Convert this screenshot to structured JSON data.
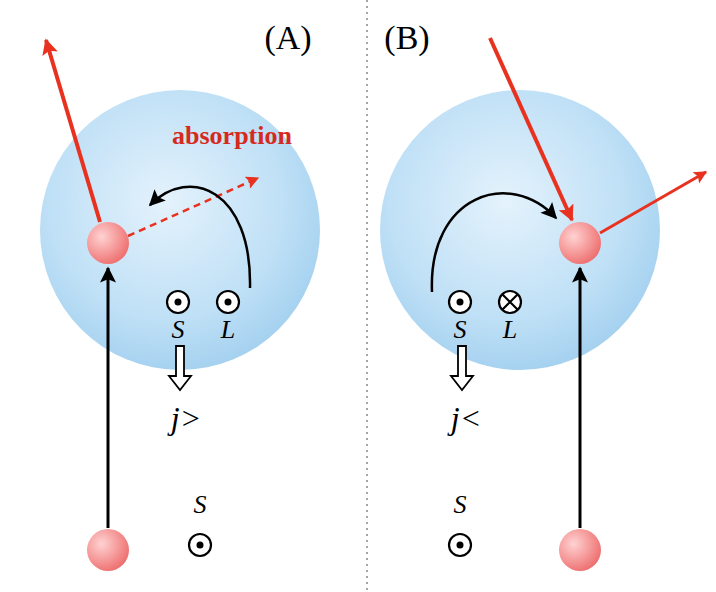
{
  "diagram": {
    "nodes": [
      {
        "text": [
          "S",
          "L"
        ]
      },
      {
        "text": [
          "S",
          "L"
        ]
      }
    ],
    "labels": [
      "(A)",
      "absorption",
      "j>",
      "S",
      "(B)",
      "j<",
      "S"
    ]
  }
}
